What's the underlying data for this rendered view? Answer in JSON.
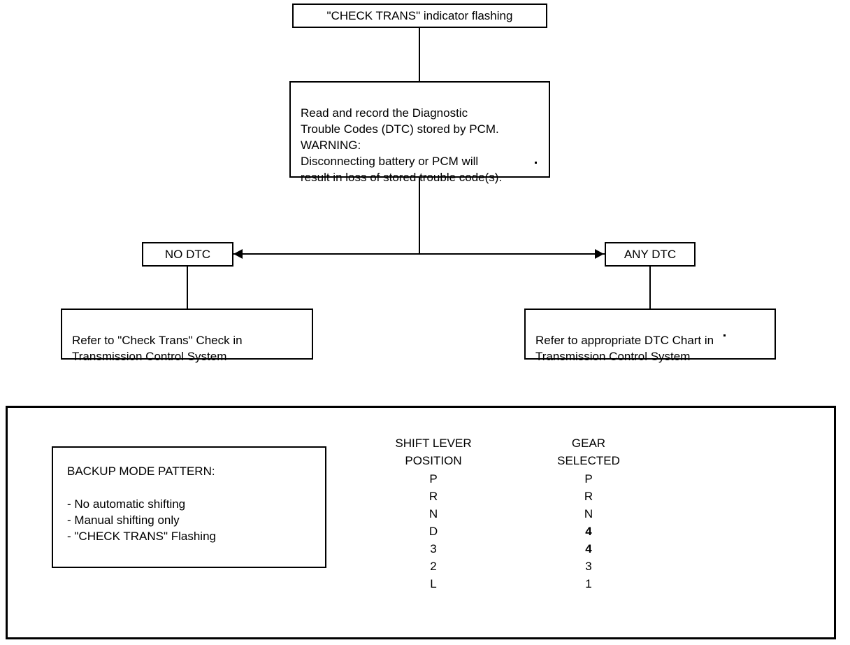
{
  "flow": {
    "start": {
      "label": "\"CHECK TRANS\" indicator flashing"
    },
    "instruction": {
      "label": "Read and record the Diagnostic\nTrouble Codes (DTC) stored by PCM.\nWARNING:\nDisconnecting battery or PCM will\nresult in loss of stored trouble code(s)."
    },
    "branch_left": {
      "label": "NO DTC"
    },
    "branch_right": {
      "label": "ANY  DTC"
    },
    "outcome_left": {
      "label": "Refer to \"Check Trans\" Check in\nTransmission Control System"
    },
    "outcome_right": {
      "label": "Refer to appropriate DTC Chart in\nTransmission Control System"
    }
  },
  "panel": {
    "backup": {
      "title": "BACKUP MODE PATTERN:",
      "items": "- No automatic shifting\n- Manual shifting only\n- \"CHECK TRANS\"  Flashing"
    },
    "shift_table": {
      "columns": [
        {
          "header": "SHIFT LEVER\nPOSITION"
        },
        {
          "header": "GEAR\nSELECTED"
        }
      ],
      "rows": [
        {
          "position": "P",
          "gear": "P",
          "gear_bold": false
        },
        {
          "position": "R",
          "gear": "R",
          "gear_bold": false
        },
        {
          "position": "N",
          "gear": "N",
          "gear_bold": false
        },
        {
          "position": "D",
          "gear": "4",
          "gear_bold": true
        },
        {
          "position": "3",
          "gear": "4",
          "gear_bold": true
        },
        {
          "position": "2",
          "gear": "3",
          "gear_bold": false
        },
        {
          "position": "L",
          "gear": "1",
          "gear_bold": false
        }
      ]
    }
  },
  "colors": {
    "line": "#000000",
    "background": "#ffffff"
  }
}
